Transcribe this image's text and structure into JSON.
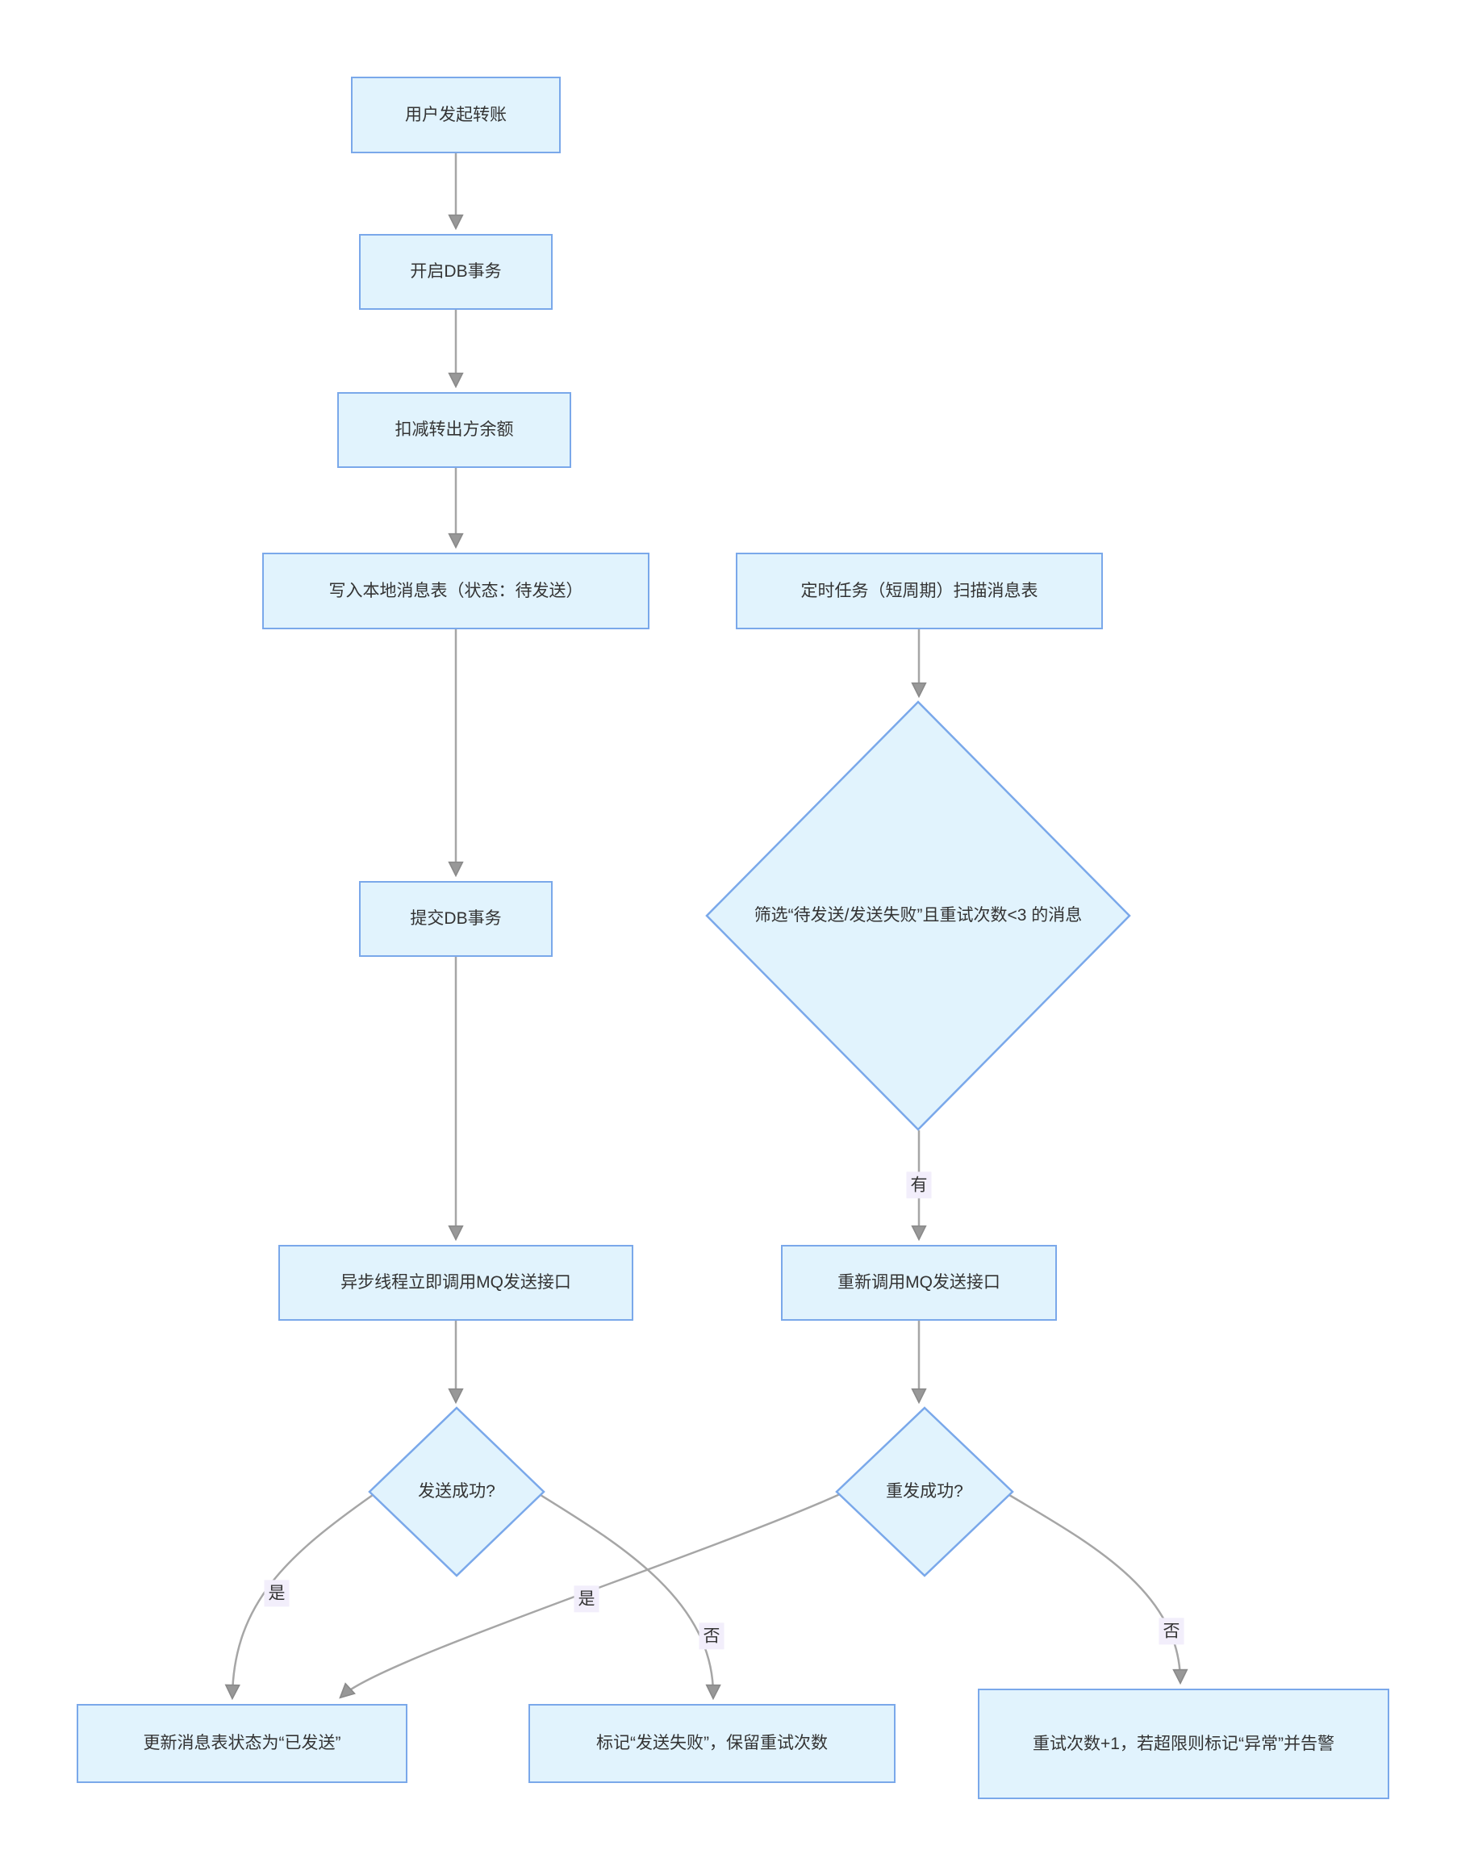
{
  "diagram": {
    "nodes": {
      "start": {
        "label": "用户发起转账"
      },
      "open_tx": {
        "label": "开启DB事务"
      },
      "deduct": {
        "label": "扣减转出方余额"
      },
      "write_msg": {
        "label": "写入本地消息表（状态：待发送）"
      },
      "commit_tx": {
        "label": "提交DB事务"
      },
      "async_send": {
        "label": "异步线程立即调用MQ发送接口"
      },
      "send_ok": {
        "label": "发送成功?"
      },
      "update_sent": {
        "label": "更新消息表状态为“已发送”"
      },
      "mark_fail": {
        "label": "标记“发送失败”，保留重试次数"
      },
      "scan_task": {
        "label": "定时任务（短周期）扫描消息表"
      },
      "filter": {
        "label": "筛选“待发送/发送失败”且重试次数<3 的消息"
      },
      "resend": {
        "label": "重新调用MQ发送接口"
      },
      "resend_ok": {
        "label": "重发成功?"
      },
      "retry_inc": {
        "label": "重试次数+1，若超限则标记“异常”并告警"
      }
    },
    "edge_labels": {
      "has": "有",
      "yes": "是",
      "no": "否"
    },
    "colors": {
      "node_fill": "#e1f3fd",
      "node_border": "#7aa8ea",
      "edge_line": "#a6a6a6",
      "arrowhead": "#989898",
      "edge_label_bg": "#f2eefb",
      "text": "#333333"
    }
  }
}
